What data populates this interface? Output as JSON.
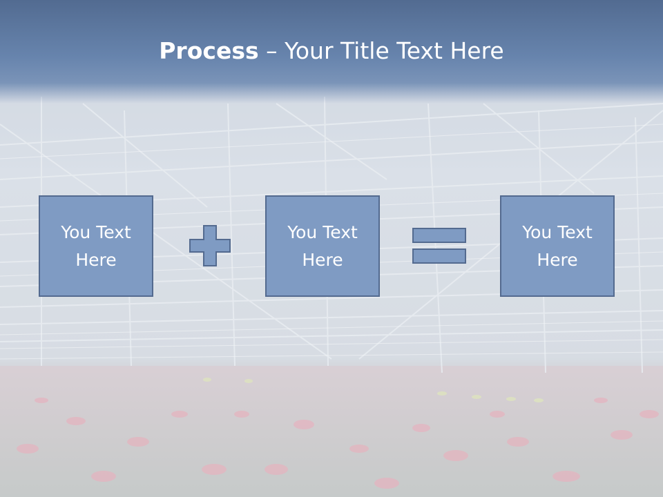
{
  "slide": {
    "title_bold": "Process",
    "title_rest": " – Your Title Text Here",
    "boxes": [
      {
        "text": "You Text Here"
      },
      {
        "text": "You Text Here"
      },
      {
        "text": "You Text Here"
      }
    ],
    "operators": [
      "plus-icon",
      "equals-icon"
    ],
    "colors": {
      "title_band": "#5f7ba3",
      "box_fill": "#7f9bc3",
      "box_border": "#536a8f",
      "text": "#ffffff"
    },
    "background": "greenhouse-with-pink-flowers-image"
  }
}
